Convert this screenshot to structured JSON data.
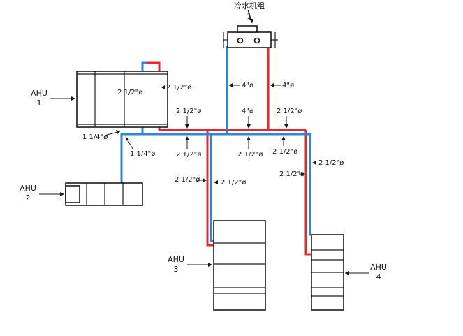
{
  "colors": {
    "supply": "#e8262b",
    "return": "#2f86d8",
    "line": "#1a1a1a",
    "background": "#ffffff"
  },
  "chiller": {
    "label": "冷水机组",
    "number": "1"
  },
  "units": [
    {
      "label": "AHU",
      "number": "1"
    },
    {
      "label": "AHU",
      "number": "2"
    },
    {
      "label": "AHU",
      "number": "3"
    },
    {
      "label": "AHU",
      "number": "4"
    }
  ],
  "pipe_sizes": {
    "chiller_return_riser": "4\"ø",
    "chiller_supply_riser": "4\"ø",
    "main_center": "4\"ø",
    "ahu1_return_riser": "2 1/2\"ø",
    "ahu1_supply_riser": "2 1/2\"ø",
    "ahu1_main_left": "2 1/2\"ø",
    "ahu1_main_right": "2 1/2\"ø",
    "ahu2_supply": "1 1/4\"ø",
    "ahu2_return": "1 1/4\"ø",
    "ahu3_branch_supply": "2 1/2\"ø",
    "ahu3_branch_return": "2 1/2\"ø",
    "ahu4_main_upper": "2 1/2\"ø",
    "ahu4_main_lower": "2 1/2\"ø",
    "ahu4_riser_return": "2 1/2\"ø",
    "ahu4_riser_supply": "2 1/2\"ø"
  }
}
